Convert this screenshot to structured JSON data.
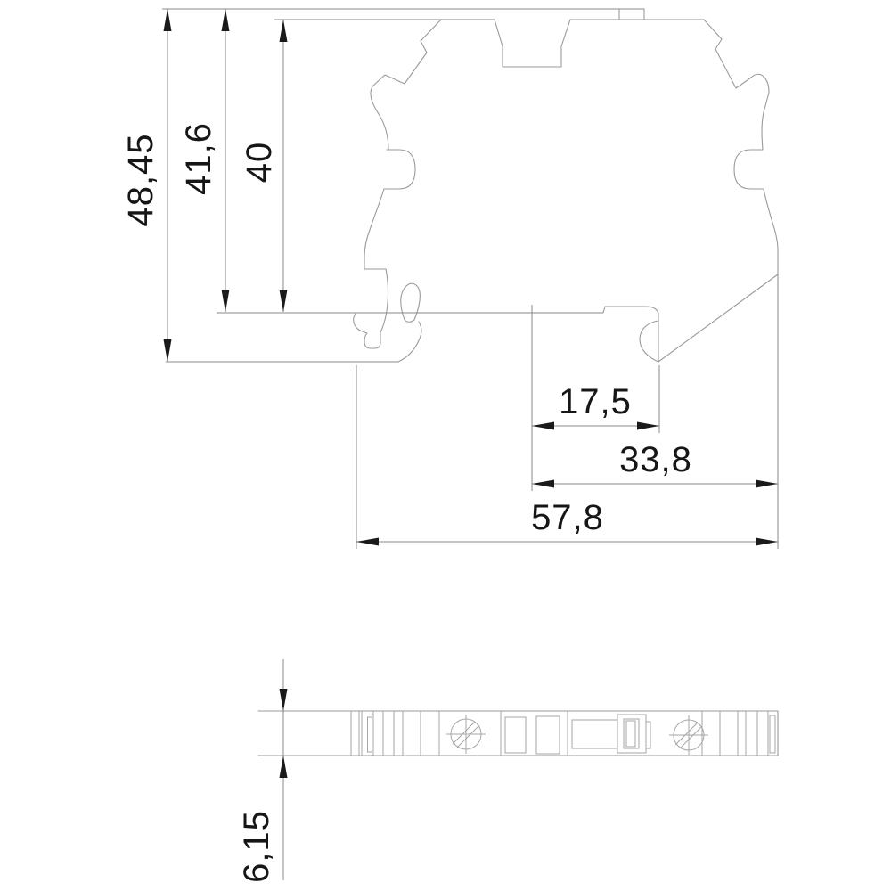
{
  "colors": {
    "background": "#ffffff",
    "part_line": "#9a9a9a",
    "dimension_line": "#8a8a8a",
    "arrow_and_text": "#161616"
  },
  "dimensions": {
    "overall_height": "48,45",
    "height_with_tab": "41,6",
    "body_height": "40",
    "foot_inner_width": "17,5",
    "foot_outer_width": "33,8",
    "overall_depth": "57,8",
    "thickness": "6,15"
  }
}
